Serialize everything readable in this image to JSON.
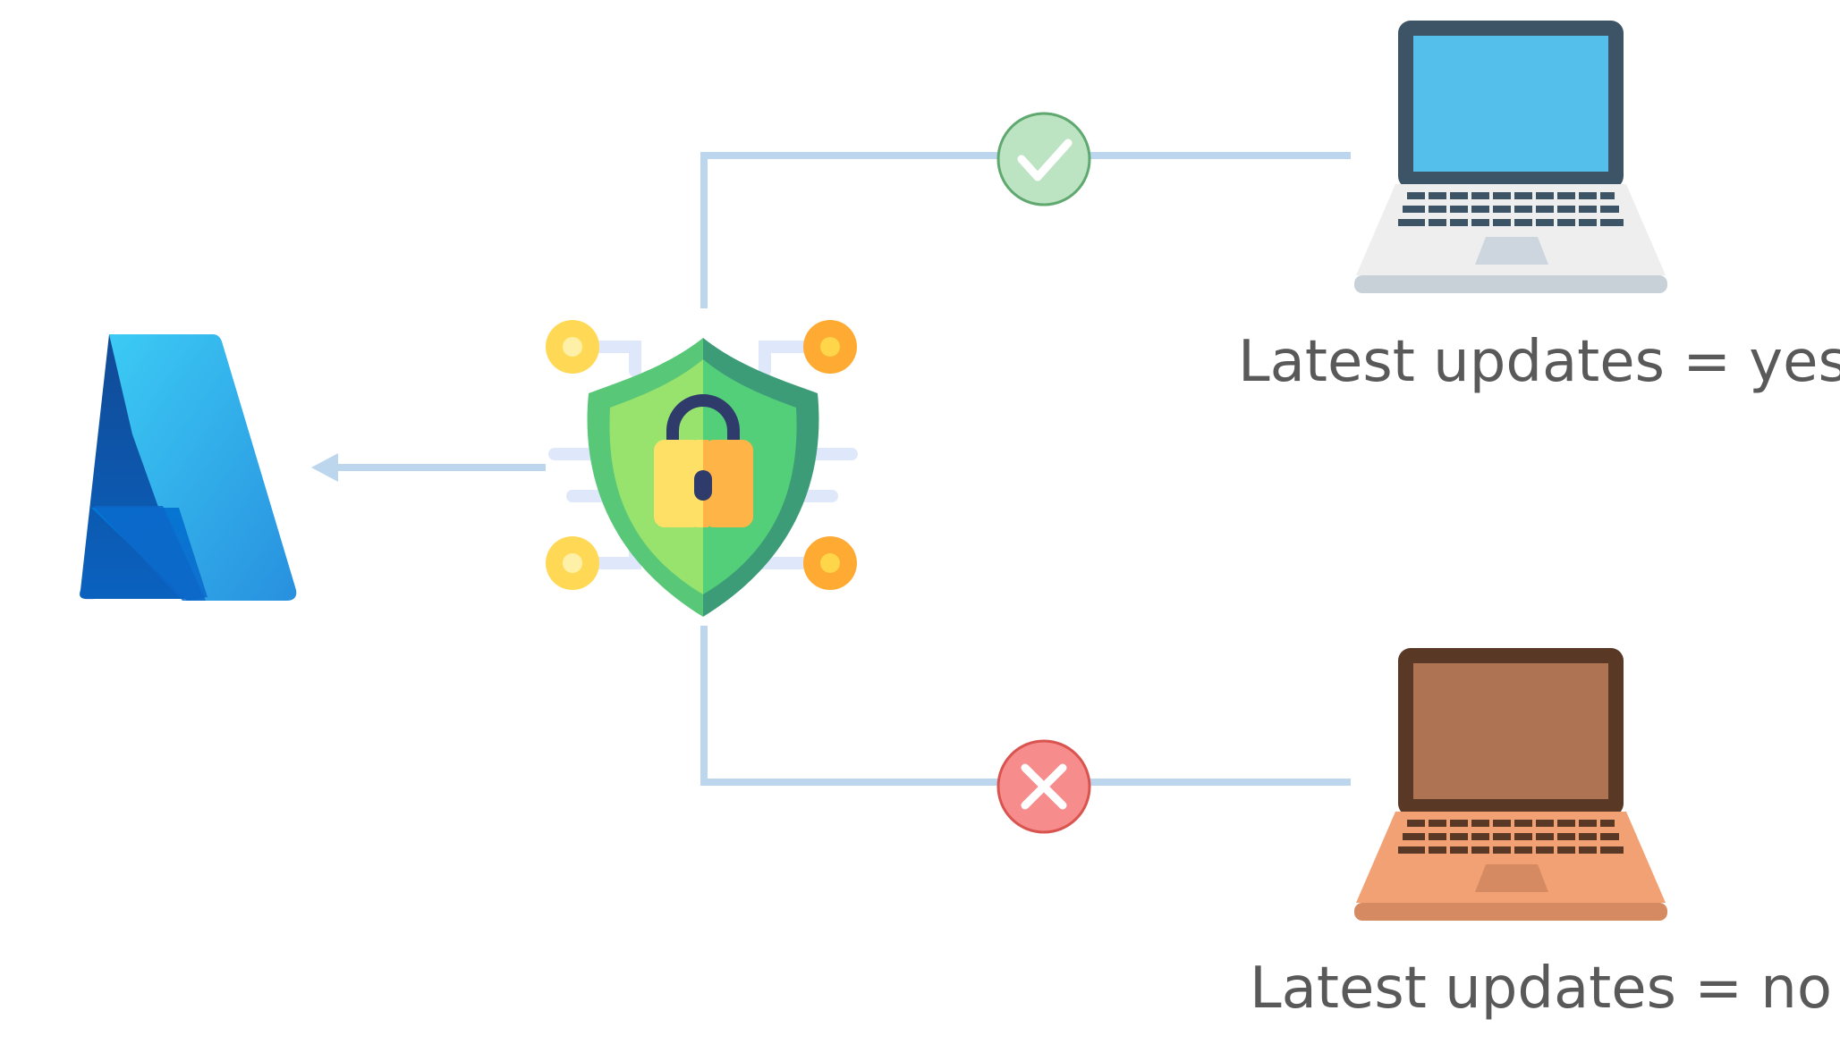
{
  "colors": {
    "connector": "#bcd6ee",
    "caption_text": "#595959",
    "azure_dark": "#0a4fa0",
    "azure_light": "#3cc8f4",
    "shield_green_light": "#97e36e",
    "shield_green_dark": "#3da06c",
    "lock_yellow": "#ffdc6b",
    "lock_orange": "#ffb44a",
    "check_fill": "#bde4c2",
    "check_stroke": "#5fa86f",
    "cross_fill": "#f78c8c",
    "cross_stroke": "#d9534f",
    "laptop_blue_frame": "#3d5466",
    "laptop_blue_screen": "#55bfec",
    "laptop_blue_base": "#eeeeee",
    "laptop_brown_frame": "#5a3826",
    "laptop_brown_screen": "#ae7353",
    "laptop_brown_base": "#f2a175"
  },
  "icons": {
    "azure": "azure-logo",
    "shield": "shield-lock-icon",
    "check": "check-circle-icon",
    "cross": "x-circle-icon",
    "laptop_compliant": "laptop-icon",
    "laptop_noncompliant": "laptop-icon"
  },
  "devices": [
    {
      "status": "compliant",
      "caption": "Latest updates = yes"
    },
    {
      "status": "noncompliant",
      "caption": "Latest updates = no"
    }
  ]
}
